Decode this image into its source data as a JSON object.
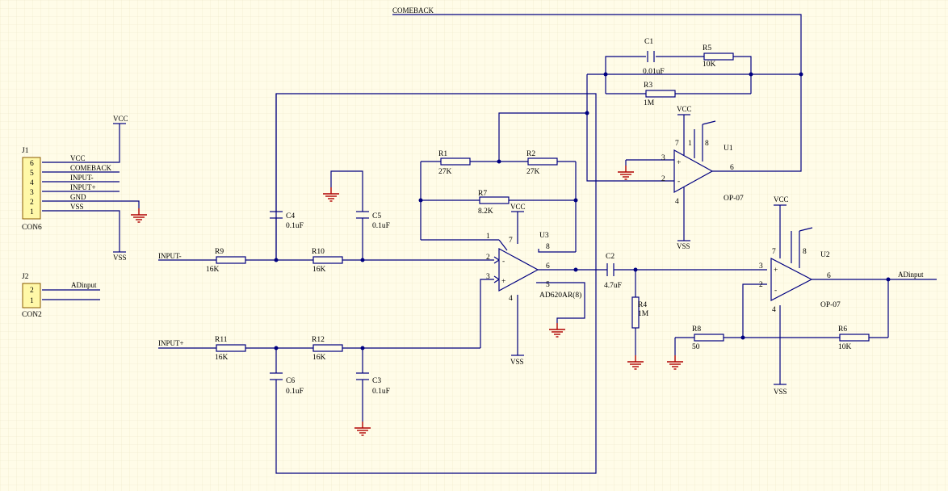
{
  "nets": {
    "comeback": "COMEBACK",
    "input_minus": "INPUT-",
    "input_plus": "INPUT+",
    "adinput": "ADinput",
    "vcc": "VCC",
    "vss": "VSS"
  },
  "j1": {
    "ref": "J1",
    "part": "CON6",
    "pins": [
      {
        "num": "6",
        "net": "VCC"
      },
      {
        "num": "5",
        "net": "COMEBACK"
      },
      {
        "num": "4",
        "net": "INPUT-"
      },
      {
        "num": "3",
        "net": "INPUT+"
      },
      {
        "num": "2",
        "net": "GND"
      },
      {
        "num": "1",
        "net": "VSS"
      }
    ]
  },
  "j2": {
    "ref": "J2",
    "part": "CON2",
    "pins": [
      {
        "num": "2",
        "net": "ADinput"
      },
      {
        "num": "1",
        "net": ""
      }
    ]
  },
  "resistors": {
    "r1": {
      "ref": "R1",
      "value": "27K"
    },
    "r2": {
      "ref": "R2",
      "value": "27K"
    },
    "r3": {
      "ref": "R3",
      "value": "1M"
    },
    "r4": {
      "ref": "R4",
      "value": "1M"
    },
    "r5": {
      "ref": "R5",
      "value": "10K"
    },
    "r6": {
      "ref": "R6",
      "value": "10K"
    },
    "r7": {
      "ref": "R7",
      "value": "8.2K"
    },
    "r8": {
      "ref": "R8",
      "value": "50"
    },
    "r9": {
      "ref": "R9",
      "value": "16K"
    },
    "r10": {
      "ref": "R10",
      "value": "16K"
    },
    "r11": {
      "ref": "R11",
      "value": "16K"
    },
    "r12": {
      "ref": "R12",
      "value": "16K"
    }
  },
  "capacitors": {
    "c1": {
      "ref": "C1",
      "value": "0.01uF"
    },
    "c2": {
      "ref": "C2",
      "value": "4.7uF"
    },
    "c3": {
      "ref": "C3",
      "value": "0.1uF"
    },
    "c4": {
      "ref": "C4",
      "value": "0.1uF"
    },
    "c5": {
      "ref": "C5",
      "value": "0.1uF"
    },
    "c6": {
      "ref": "C6",
      "value": "0.1uF"
    }
  },
  "ics": {
    "u1": {
      "ref": "U1",
      "part": "OP-07",
      "pins": {
        "p1": "1",
        "p2": "2",
        "p3": "3",
        "p4": "4",
        "p6": "6",
        "p7": "7",
        "p8": "8"
      }
    },
    "u2": {
      "ref": "U2",
      "part": "OP-07",
      "pins": {
        "p2": "2",
        "p3": "3",
        "p4": "4",
        "p6": "6",
        "p7": "7",
        "p8": "8"
      }
    },
    "u3": {
      "ref": "U3",
      "part": "AD620AR(8)",
      "pins": {
        "p1": "1",
        "p2": "2",
        "p3": "3",
        "p4": "4",
        "p5": "5",
        "p6": "6",
        "p7": "7",
        "p8": "8"
      }
    }
  },
  "opamp_signs": {
    "plus": "+",
    "minus": "-"
  }
}
